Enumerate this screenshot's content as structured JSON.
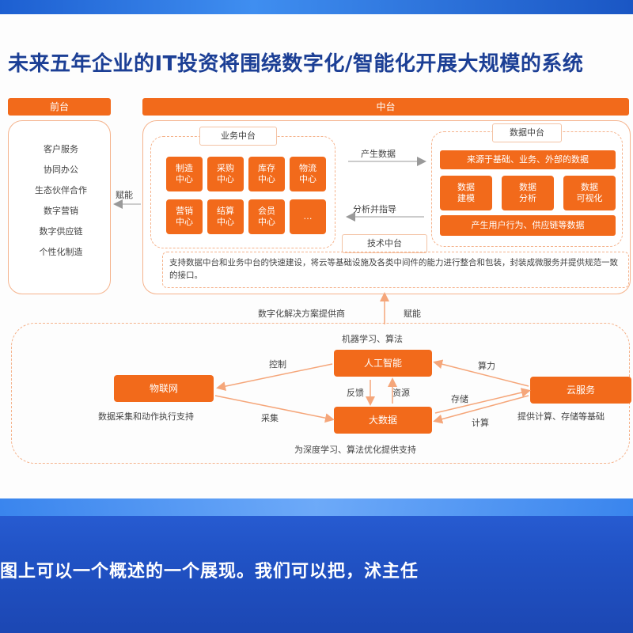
{
  "slide": {
    "title": "未来五年企业的IT投资将围绕数字化/智能化开展大规模的系统",
    "front_label": "前台",
    "mid_label": "中台",
    "front_items": [
      "客户服务",
      "协同办公",
      "生态伙伴合作",
      "数字营销",
      "数字供应链",
      "个性化制造"
    ],
    "business_center": {
      "label": "业务中台",
      "cells": [
        "制造\n中心",
        "采购\n中心",
        "库存\n中心",
        "物流\n中心",
        "营销\n中心",
        "结算\n中心",
        "会员\n中心",
        "…"
      ]
    },
    "data_center": {
      "label": "数据中台",
      "top_bar": "来源于基础、业务、外部的数据",
      "cells": [
        "数据\n建模",
        "数据\n分析",
        "数据\n可视化"
      ],
      "bottom_bar": "产生用户行为、供应链等数据"
    },
    "tech_center": {
      "label": "技术中台",
      "desc": "支持数据中台和业务中台的快速建设，将云等基础设施及各类中间件的能力进行整合和包装，封装成微服务并提供规范一致的接口。"
    },
    "arrows": {
      "produce_data": "产生数据",
      "analyze_guide": "分析并指导",
      "empower_front": "赋能",
      "digital_solution": "数字化解决方案提供商",
      "empower_up": "赋能"
    },
    "bottom": {
      "ai": "人工智能",
      "bigdata": "大数据",
      "iot": "物联网",
      "cloud": "云服务",
      "ml_algo": "机器学习、算法",
      "control": "控制",
      "collect": "采集",
      "feedback": "反馈",
      "resource": "资源",
      "compute_power": "算力",
      "storage": "存储",
      "compute": "计算",
      "iot_desc": "数据采集和动作执行支持",
      "cloud_desc": "提供计算、存储等基础",
      "deep_learning": "为深度学习、算法优化提供支持"
    }
  },
  "caption": {
    "text": "图上可以一个概述的一个展现。我们可以把，沭主任"
  }
}
